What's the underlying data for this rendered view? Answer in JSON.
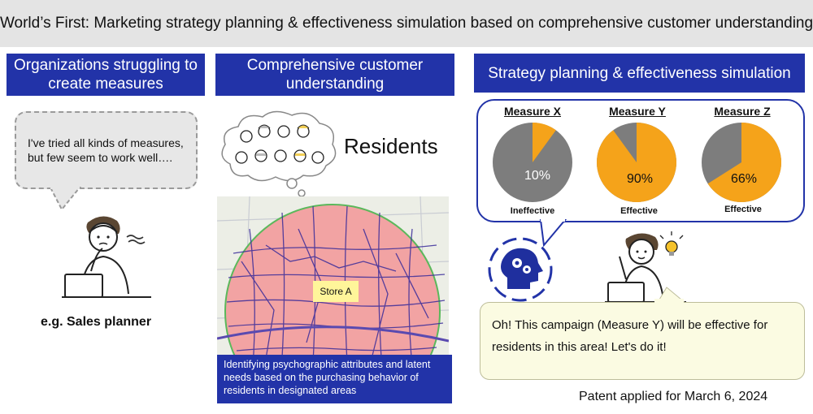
{
  "title": "World’s First: Marketing strategy planning & effectiveness simulation based on comprehensive customer understanding",
  "panels": {
    "left_header": "Organizations struggling to create measures",
    "mid_header": "Comprehensive customer understanding",
    "right_header": "Strategy planning & effectiveness simulation"
  },
  "left": {
    "quote": "I've tried all kinds of measures, but few seem to work well….",
    "caption": "e.g. Sales planner"
  },
  "middle": {
    "residents": "Residents",
    "store_label": "Store A",
    "map_caption": "Identifying psychographic attributes and latent needs based on the purchasing behavior of residents in designated areas"
  },
  "chart_data": {
    "type": "pie",
    "colors": {
      "effective": "#f5a31a",
      "ineffective": "#7d7d7d"
    },
    "charts": [
      {
        "title": "Measure X",
        "value": 10,
        "value_label": "10%",
        "label": "Ineffective"
      },
      {
        "title": "Measure Y",
        "value": 90,
        "value_label": "90%",
        "label": "Effective"
      },
      {
        "title": "Measure Z",
        "value": 66,
        "value_label": "66%",
        "label": "Effective"
      }
    ]
  },
  "right": {
    "exclamation": "Oh! This campaign (Measure Y) will be effective for residents in this area! Let's do it!"
  },
  "patent": "Patent applied for March 6, 2024"
}
